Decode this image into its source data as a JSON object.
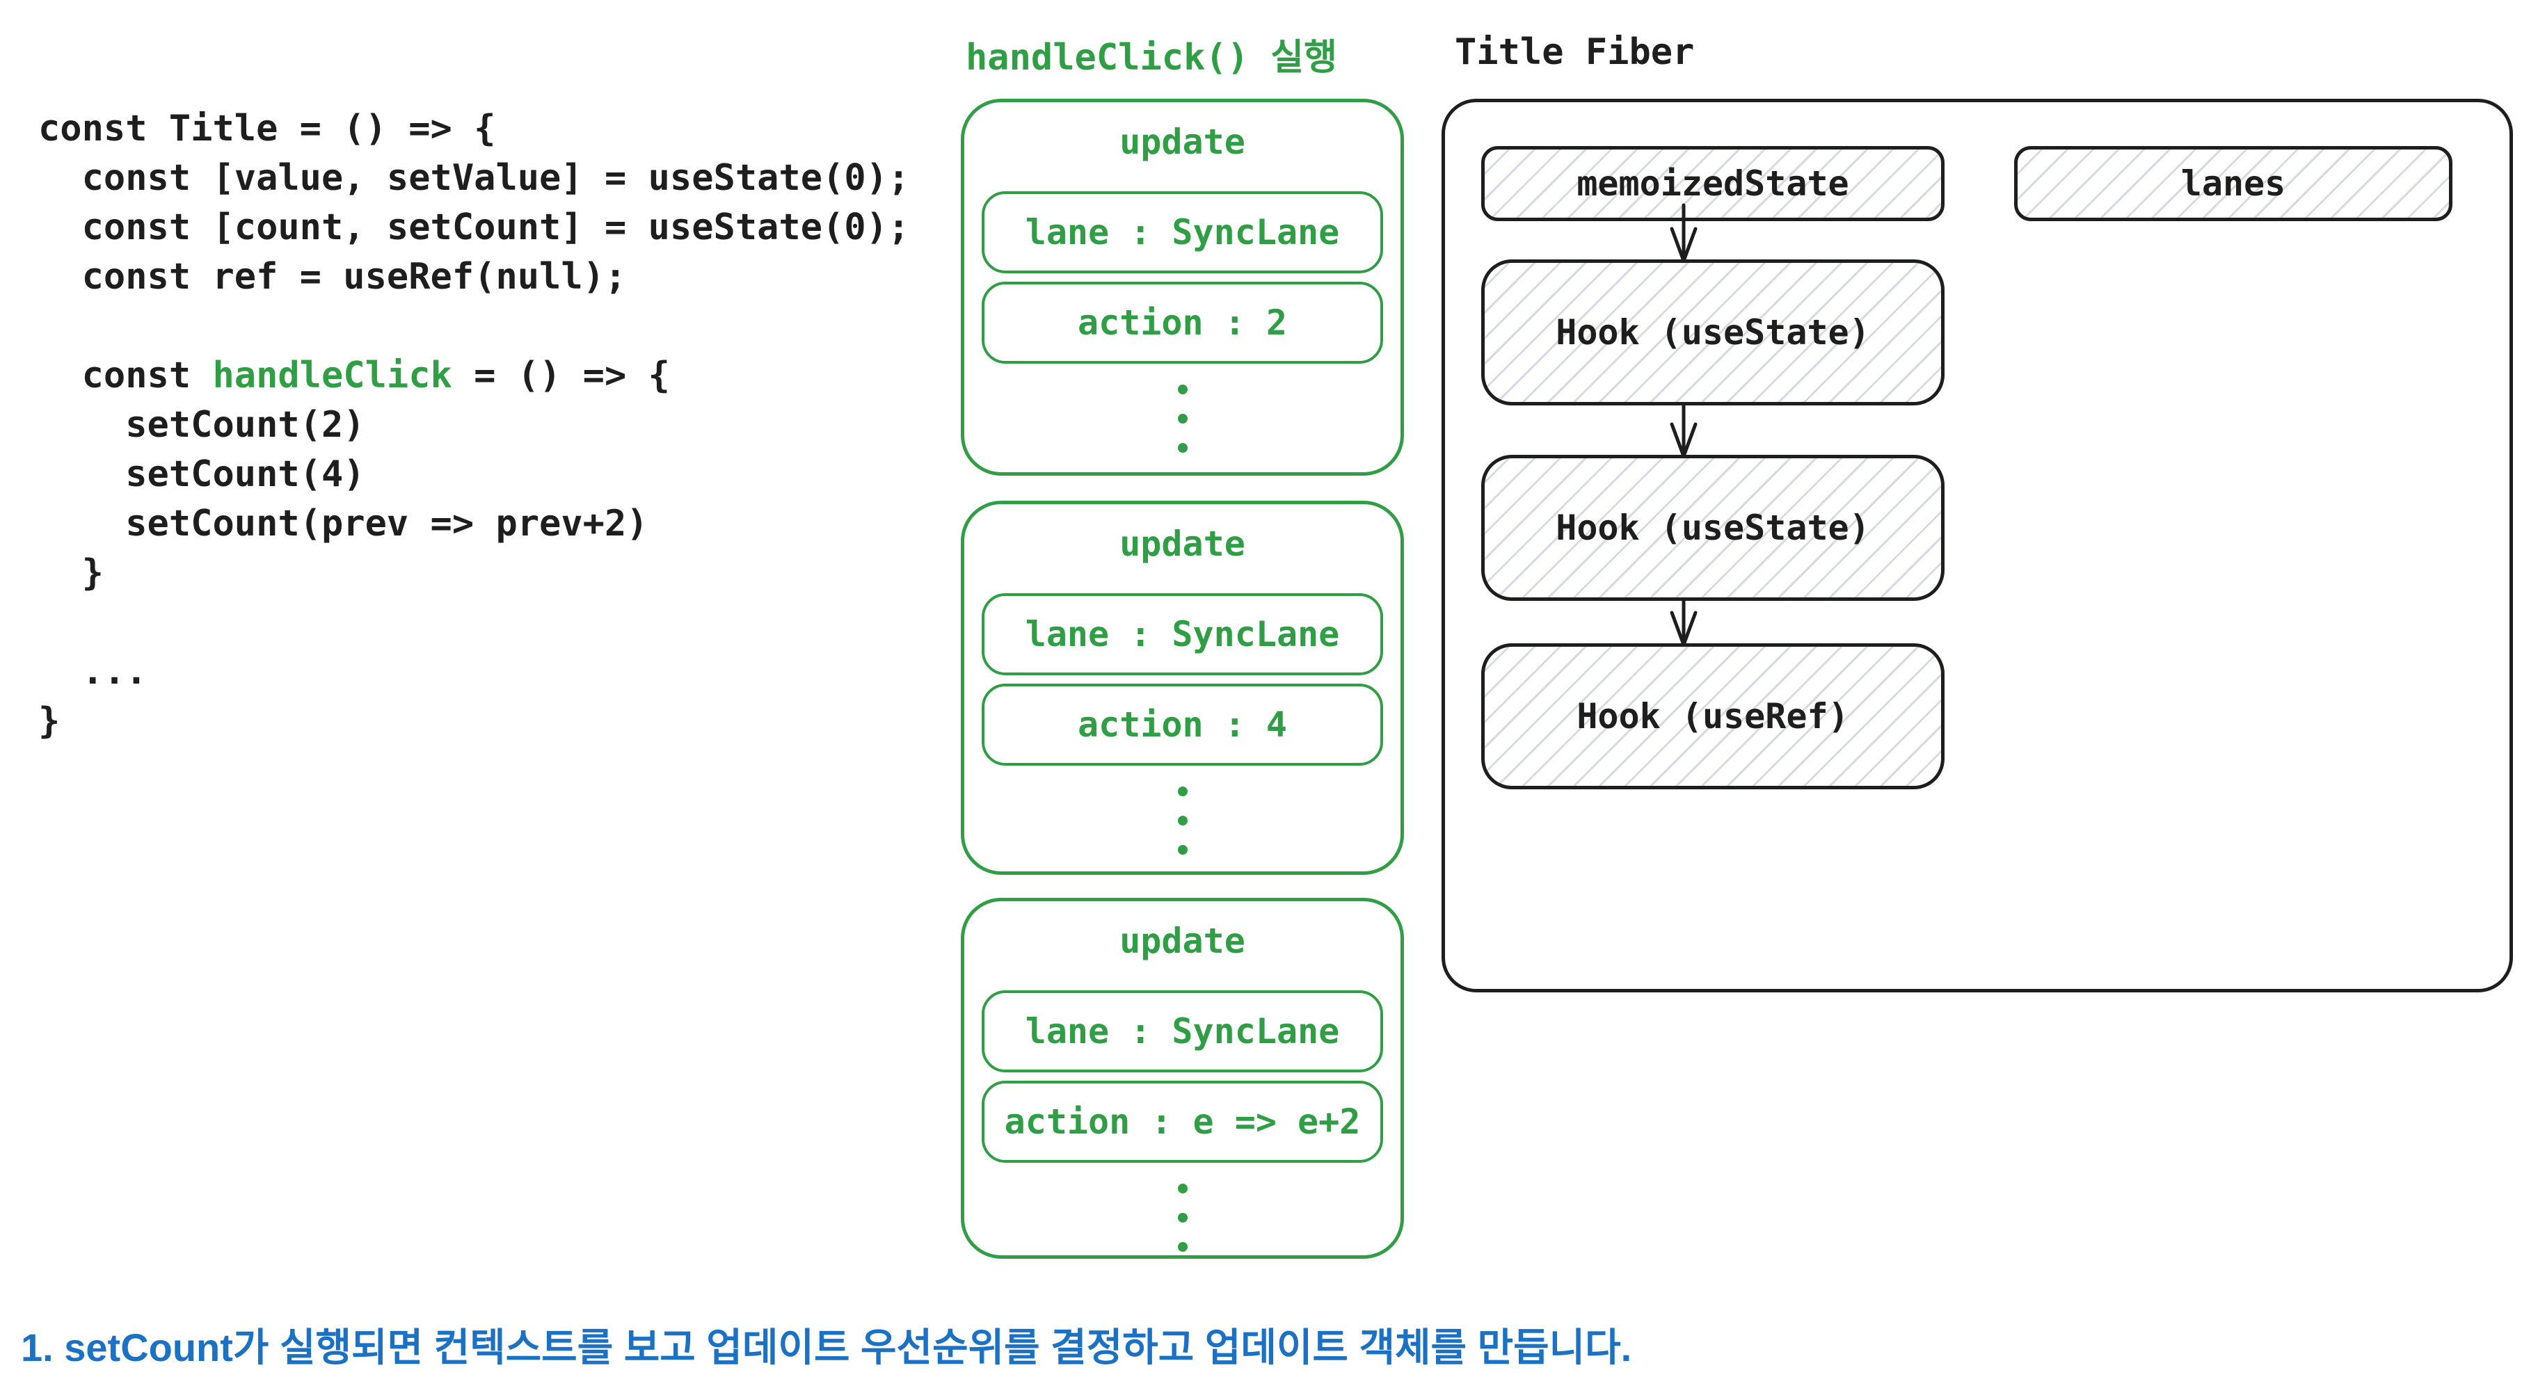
{
  "colors": {
    "ink": "#1e1e1e",
    "accent_green": "#2f9e44",
    "caption_blue": "#1b72c4",
    "hatch_gray": "#d8dae2",
    "background": "#ffffff"
  },
  "code_panel": {
    "lines": [
      {
        "segments": [
          {
            "text": "const Title = () => {",
            "color": "ink"
          }
        ]
      },
      {
        "segments": [
          {
            "text": "  const [value, setValue] = useState(0);",
            "color": "ink"
          }
        ]
      },
      {
        "segments": [
          {
            "text": "  const [count, setCount] = useState(0);",
            "color": "ink"
          }
        ]
      },
      {
        "segments": [
          {
            "text": "  const ref = useRef(null);",
            "color": "ink"
          }
        ]
      },
      {
        "segments": []
      },
      {
        "segments": [
          {
            "text": "  const ",
            "color": "ink"
          },
          {
            "text": "handleClick",
            "color": "green"
          },
          {
            "text": " = () => {",
            "color": "ink"
          }
        ]
      },
      {
        "segments": [
          {
            "text": "    setCount(2)",
            "color": "ink"
          }
        ]
      },
      {
        "segments": [
          {
            "text": "    setCount(4)",
            "color": "ink"
          }
        ]
      },
      {
        "segments": [
          {
            "text": "    setCount(prev => prev+2)",
            "color": "ink"
          }
        ]
      },
      {
        "segments": [
          {
            "text": "  }",
            "color": "ink"
          }
        ]
      },
      {
        "segments": []
      },
      {
        "segments": [
          {
            "text": "  ...",
            "color": "ink"
          }
        ]
      },
      {
        "segments": [
          {
            "text": "}",
            "color": "ink"
          }
        ]
      }
    ]
  },
  "flow_panel": {
    "title": "handleClick() 실행",
    "updates": [
      {
        "title": "update",
        "lane": "lane : SyncLane",
        "action": "action : 2"
      },
      {
        "title": "update",
        "lane": "lane : SyncLane",
        "action": "action : 4"
      },
      {
        "title": "update",
        "lane": "lane : SyncLane",
        "action": "action : e => e+2"
      }
    ]
  },
  "fiber_panel": {
    "title": "Title Fiber",
    "memoized_state_label": "memoizedState",
    "lanes_label": "lanes",
    "hooks": [
      "Hook (useState)",
      "Hook (useState)",
      "Hook (useRef)"
    ]
  },
  "caption": {
    "text": "1. setCount가 실행되면 컨텍스트를 보고 업데이트 우선순위를 결정하고 업데이트 객체를 만듭니다."
  }
}
